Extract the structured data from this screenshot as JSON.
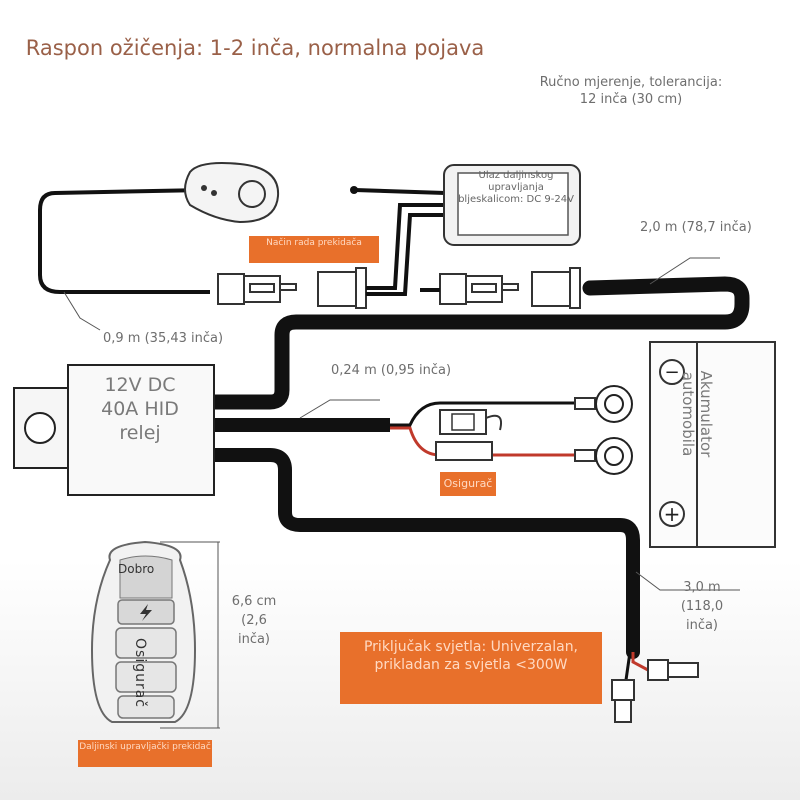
{
  "title": "Raspon ožičenja: 1-2 inča, normalna pojava",
  "measurement_note": {
    "line1": "Ručno mjerenje, tolerancija:",
    "line2": "12 inča (30 cm)"
  },
  "relay": {
    "line1": "12V DC",
    "line2": "40A HID",
    "line3": "relej"
  },
  "battery": {
    "label": "Akumulator automobila",
    "minus_symbol": "−",
    "plus_symbol": "+"
  },
  "module": {
    "text": "Ulaz daljinskog upravljanja bljeskalicom: DC 9-24V"
  },
  "labels": {
    "mode_switch": "Način rada prekidača",
    "fuse": "Osigurač",
    "length_09": "0,9 m (35,43 inča)",
    "length_20": "2,0 m (78,7 inča)",
    "length_024": "0,24 m (0,95 inča)",
    "length_30_a": "3,0 m",
    "length_30_b": "(118,0",
    "length_30_c": "inča)",
    "light_connector": "Priključak svjetla: Univerzalan, prikladan za svjetla <300W",
    "remote_switch": "Daljinski upravljački prekidač"
  },
  "remote": {
    "top_label": "Dobro",
    "side_label": "Osigurač",
    "height_1": "6,6 cm",
    "height_2": "(2,6",
    "height_3": "inča)",
    "button_icon": "lightning-icon"
  },
  "colors": {
    "accent": "#e8702b",
    "wire": "#111111",
    "red_wire": "#c0392b",
    "title_color": "#9a6048"
  }
}
